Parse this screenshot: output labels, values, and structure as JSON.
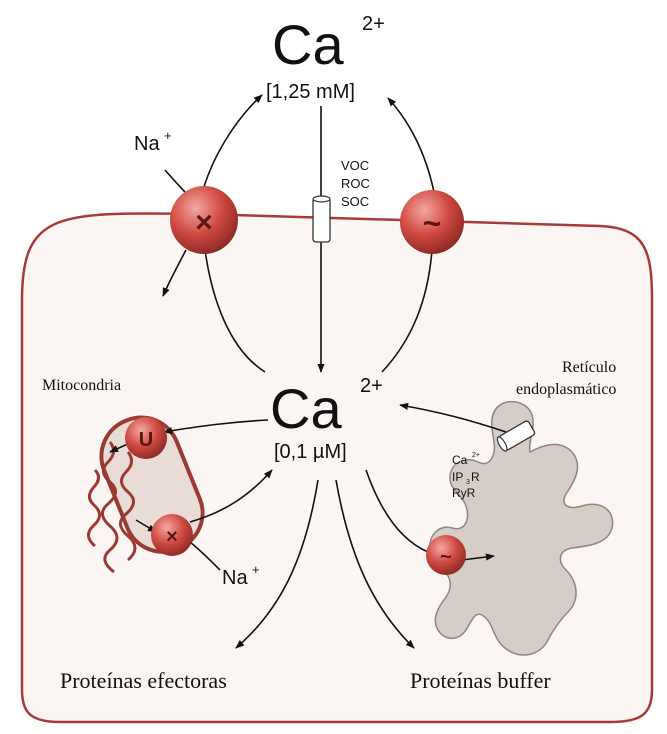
{
  "ca_symbol": "Ca",
  "ca_charge": "2+",
  "extracellular": {
    "concentration": "[1,25 mM]"
  },
  "cytosol": {
    "concentration": "[0,1 µM]"
  },
  "na_outside": {
    "symbol": "Na",
    "charge": "+"
  },
  "na_mito": {
    "symbol": "Na",
    "charge": "+"
  },
  "channel_labels": [
    "VOC",
    "ROC",
    "SOC"
  ],
  "exchanger_symbol": "×",
  "pump_symbol": "~",
  "uniporter_symbol": "U",
  "mitochondria_label": "Mitocondria",
  "er_label_line1": "Retículo",
  "er_label_line2": "endoplasmático",
  "er_channel": {
    "ca": "Ca",
    "ca_sup": "2+",
    "ip_pre": "IP",
    "ip_sub": "3",
    "ip_post": "R",
    "ryr": "RyR"
  },
  "effector_proteins": "Proteínas efectoras",
  "buffer_proteins": "Proteínas buffer",
  "colors": {
    "protein": "#c83a3a",
    "membrane": "#a83a3a",
    "er": "#d6cec6",
    "mito_fill": "#e9dcd6"
  }
}
